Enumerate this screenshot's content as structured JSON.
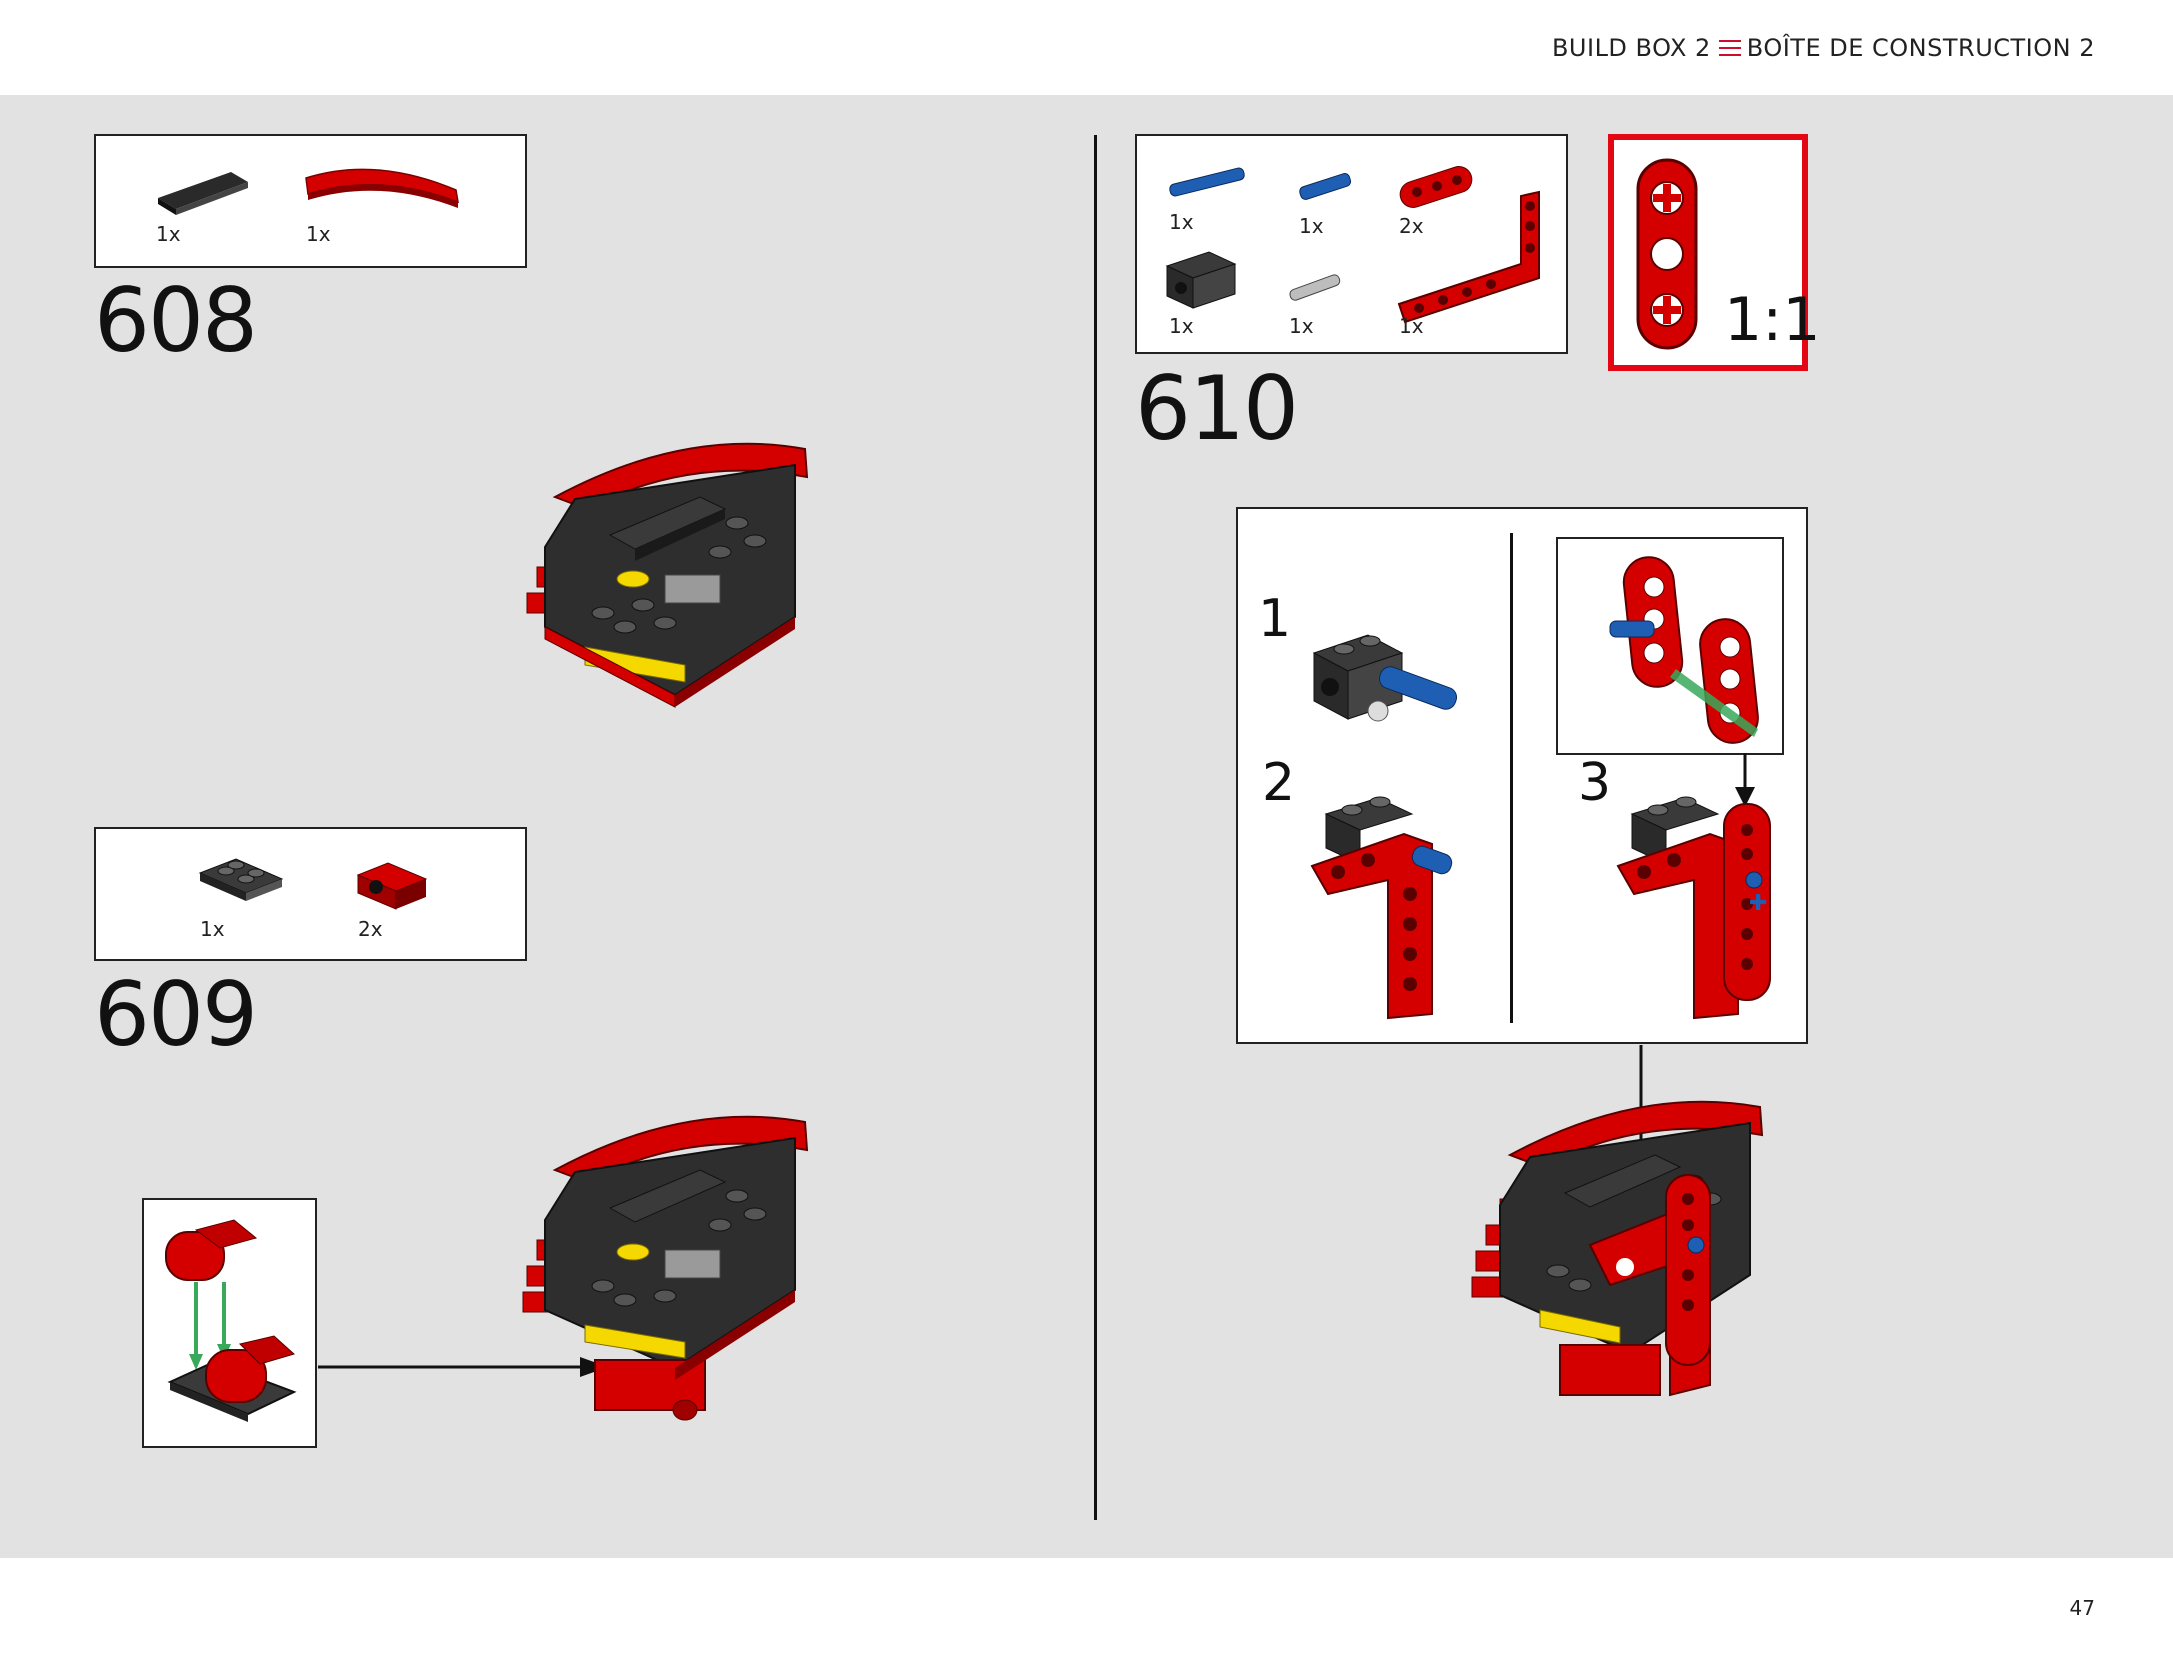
{
  "header": {
    "left_title": "BUILD BOX 2",
    "right_title": "BOÎTE DE CONSTRUCTION 2"
  },
  "footer": {
    "page_number": "47"
  },
  "steps": {
    "s608": {
      "number": "608",
      "parts": [
        {
          "qty": "1x",
          "icon": "black-tile-icon"
        },
        {
          "qty": "1x",
          "icon": "red-curved-plate-icon"
        }
      ]
    },
    "s609": {
      "number": "609",
      "parts": [
        {
          "qty": "1x",
          "icon": "black-plate-icon"
        },
        {
          "qty": "2x",
          "icon": "red-pin-hole-plate-icon"
        }
      ]
    },
    "s610": {
      "number": "610",
      "parts": [
        {
          "qty": "1x",
          "icon": "blue-axle-pin-icon"
        },
        {
          "qty": "1x",
          "icon": "blue-pin-icon"
        },
        {
          "qty": "2x",
          "icon": "red-beam-3-icon"
        },
        {
          "qty": "1x",
          "icon": "black-brick-pin-hole-icon"
        },
        {
          "qty": "1x",
          "icon": "grey-pin-icon"
        },
        {
          "qty": "1x",
          "icon": "red-l-beam-icon"
        }
      ],
      "scale": "1:1",
      "substeps": [
        "1",
        "2",
        "3"
      ]
    }
  },
  "colors": {
    "brand_red": "#e30613",
    "brick_red": "#d40000",
    "brick_black": "#3a3a3a",
    "pin_blue": "#1e5fb4",
    "arrow_green": "#3aa85a",
    "page_grey": "#e2e2e2"
  }
}
